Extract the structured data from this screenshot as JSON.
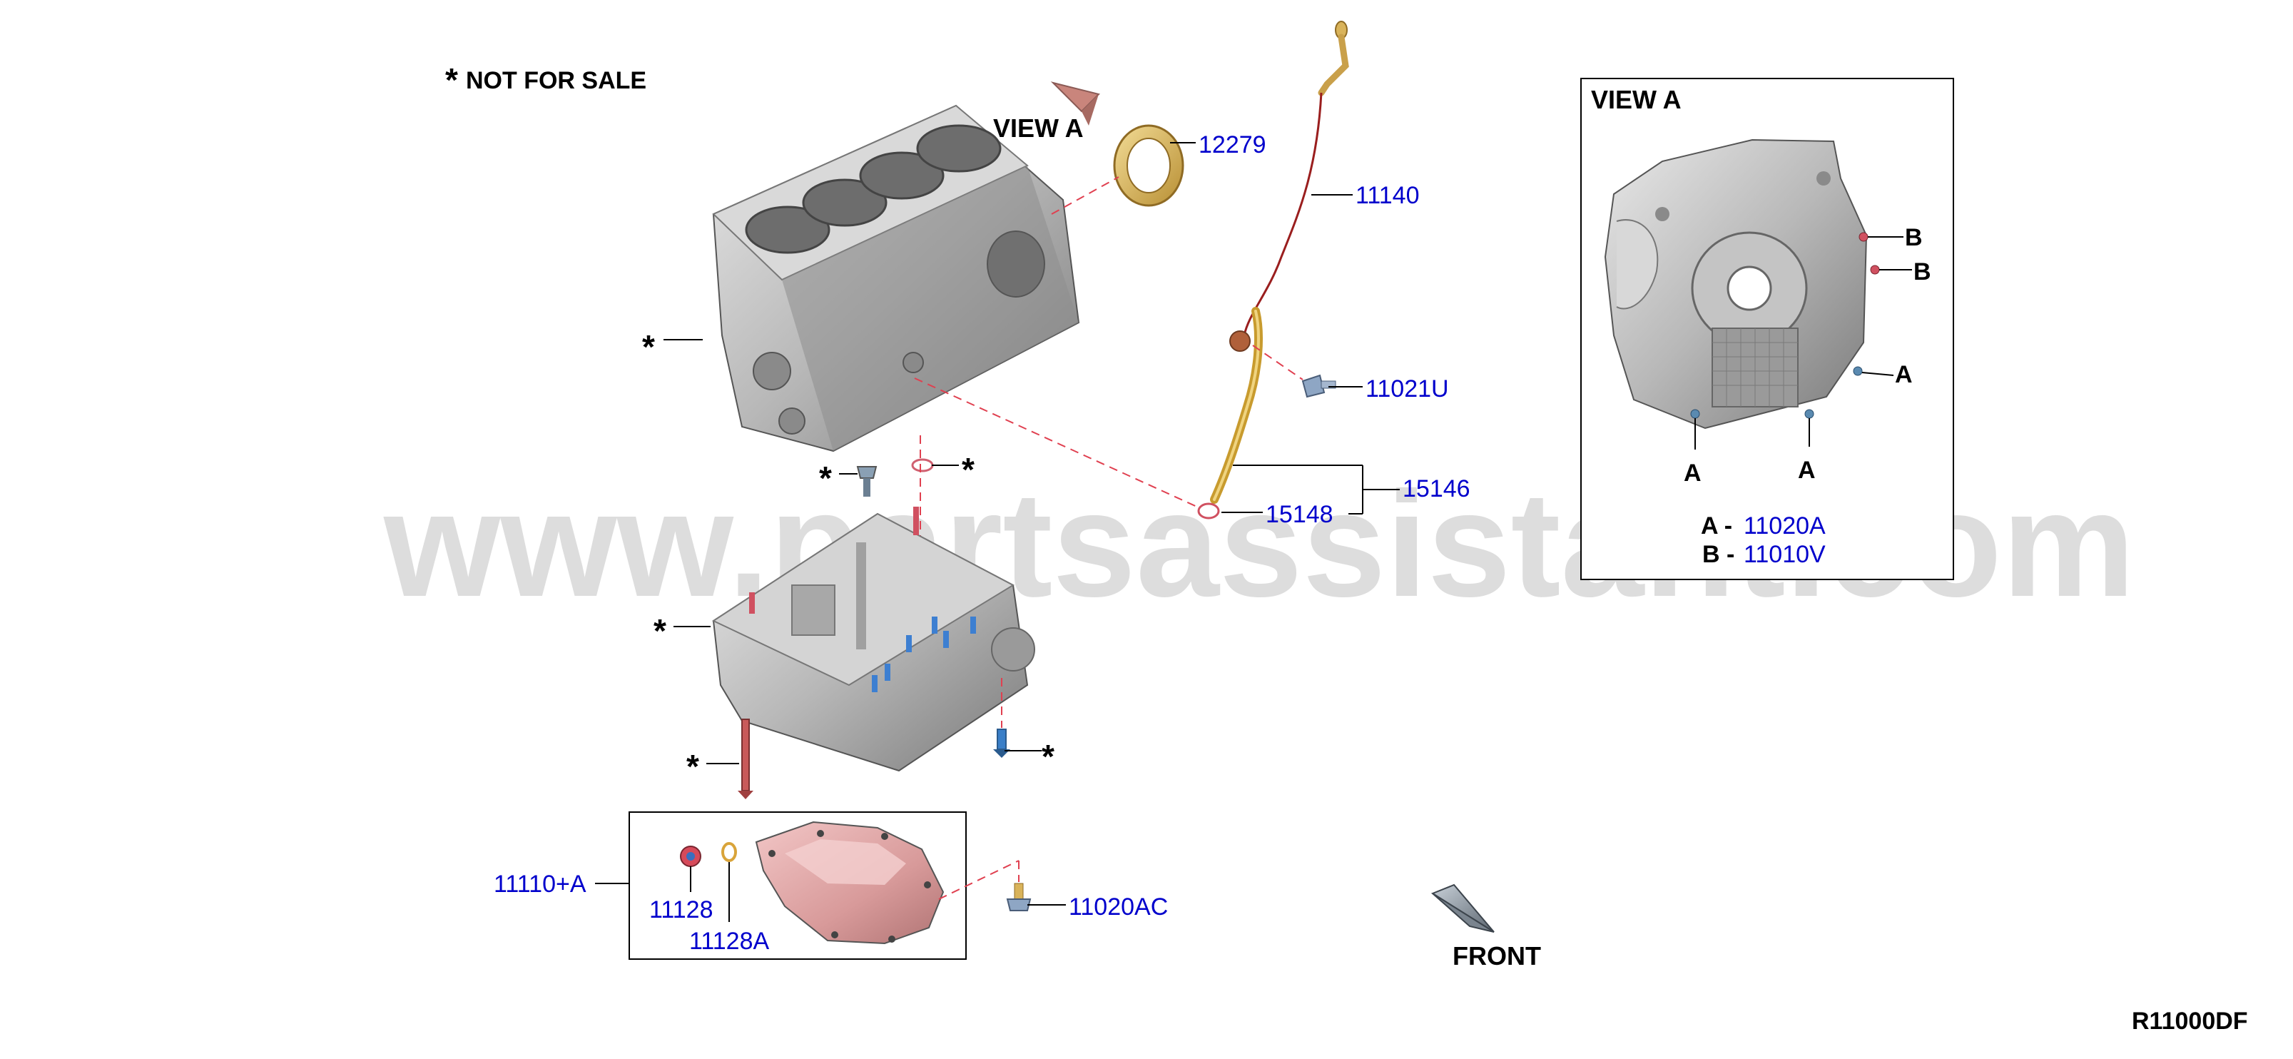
{
  "header": {
    "star_symbol": "*",
    "not_for_sale": "NOT FOR SALE"
  },
  "view_a_label": "VIEW A",
  "front_label": "FRONT",
  "diagram_code": "R11000DF",
  "watermark": "www.partsassistant.com",
  "callouts": {
    "seal": "12279",
    "dipstick": "11140",
    "bolt_dipstick": "11021U",
    "guide": "15146",
    "oring": "15148",
    "oil_pan": "11110+A",
    "drain_plug": "11128",
    "washer": "11128A",
    "pan_bolt": "11020AC"
  },
  "stars": {
    "block": "*",
    "bolt_left": "*",
    "ring_right": "*",
    "ladder": "*",
    "long_bolt": "*",
    "blue_bolt": "*"
  },
  "view_a": {
    "title": "VIEW A",
    "markers": [
      "B",
      "B",
      "A",
      "A",
      "A"
    ],
    "legend_a_letter": "A -",
    "legend_a_part": "11020A",
    "legend_b_letter": "B -",
    "legend_b_part": "11010V"
  },
  "colors": {
    "callout_blue": "#0000cc",
    "dashed_leader": "#e04050",
    "engine_gray": "#b8b8b8",
    "oil_pan_pink": "#e3a8a8",
    "seal_gold": "#d8b45a"
  }
}
